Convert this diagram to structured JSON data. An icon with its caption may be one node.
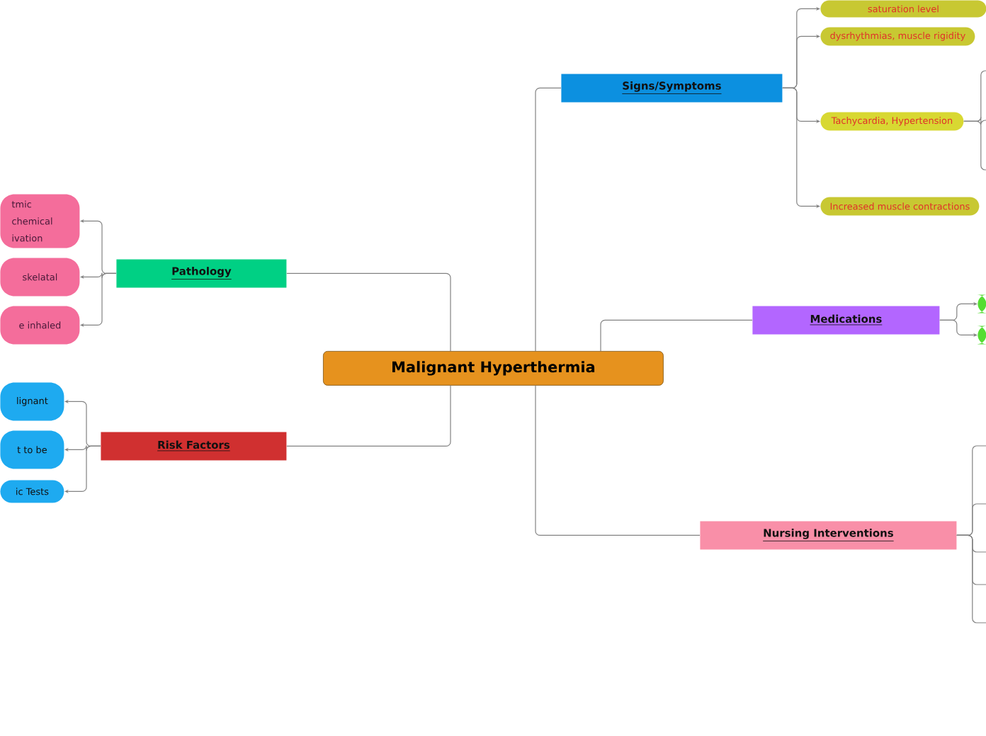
{
  "diagram": {
    "nodes": [
      {
        "text": [
          "Malignant Hyperthermia"
        ]
      },
      {
        "text": [
          "Signs/Symptoms"
        ]
      },
      {
        "text": [
          "saturation level"
        ]
      },
      {
        "text": [
          "dysrhythmias, muscle rigidity"
        ]
      },
      {
        "text": [
          "Tachycardia, Hypertension"
        ]
      },
      {
        "text": [
          "Increased muscle contractions"
        ]
      },
      {
        "text": [
          "Medications"
        ]
      },
      {
        "text": [],
        "shape": "circle"
      },
      {
        "text": [],
        "shape": "circle"
      },
      {
        "text": [
          "Nursing Interventions"
        ]
      },
      {
        "text": [
          "Pathology"
        ]
      },
      {
        "text": [
          "tmic chemical ivation"
        ]
      },
      {
        "text": [
          "skelatal"
        ]
      },
      {
        "text": [
          "e inhaled"
        ]
      },
      {
        "text": [
          "Risk Factors"
        ]
      },
      {
        "text": [
          "lignant"
        ]
      },
      {
        "text": [
          "t to be"
        ]
      },
      {
        "text": [
          "ic Tests"
        ]
      }
    ],
    "edges": [
      {
        "from": 0,
        "to": 1,
        "arrow": "none"
      },
      {
        "from": 0,
        "to": 6,
        "arrow": "none"
      },
      {
        "from": 0,
        "to": 9,
        "arrow": "none"
      },
      {
        "from": 0,
        "to": 10,
        "arrow": "none"
      },
      {
        "from": 0,
        "to": 14,
        "arrow": "none"
      },
      {
        "from": 1,
        "to": 2,
        "arrow": "to"
      },
      {
        "from": 1,
        "to": 3,
        "arrow": "to"
      },
      {
        "from": 1,
        "to": 4,
        "arrow": "to"
      },
      {
        "from": 1,
        "to": 5,
        "arrow": "to"
      },
      {
        "from": 4,
        "to": null,
        "arrow": "none"
      },
      {
        "from": 4,
        "to": null,
        "arrow": "none"
      },
      {
        "from": 4,
        "to": null,
        "arrow": "none"
      },
      {
        "from": 6,
        "to": 7,
        "arrow": "to"
      },
      {
        "from": 6,
        "to": 8,
        "arrow": "to"
      },
      {
        "from": 9,
        "to": null,
        "arrow": "none"
      },
      {
        "from": 9,
        "to": null,
        "arrow": "none"
      },
      {
        "from": 9,
        "to": null,
        "arrow": "none"
      },
      {
        "from": 9,
        "to": null,
        "arrow": "none"
      },
      {
        "from": 9,
        "to": null,
        "arrow": "none"
      },
      {
        "from": 10,
        "to": 11,
        "arrow": "to"
      },
      {
        "from": 10,
        "to": 12,
        "arrow": "to"
      },
      {
        "from": 10,
        "to": 13,
        "arrow": "to"
      },
      {
        "from": 14,
        "to": 15,
        "arrow": "to"
      },
      {
        "from": 14,
        "to": 16,
        "arrow": "to"
      },
      {
        "from": 14,
        "to": 17,
        "arrow": "to"
      }
    ]
  }
}
